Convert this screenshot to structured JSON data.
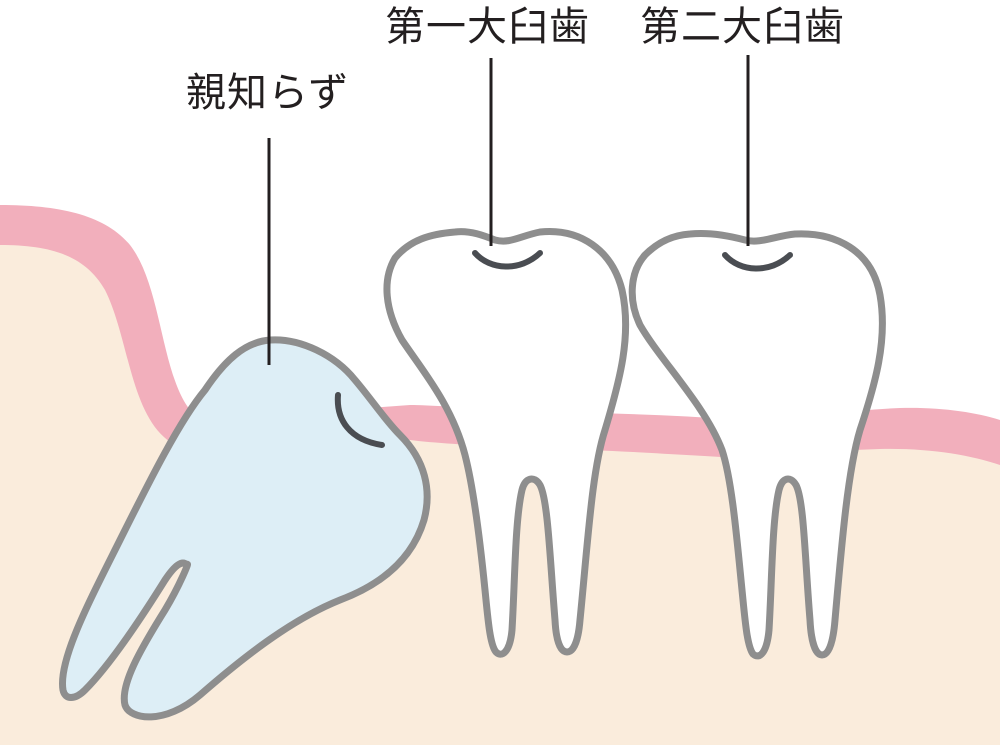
{
  "diagram": {
    "labels": {
      "wisdom_tooth": "親知らず",
      "first_molar": "第一大臼歯",
      "second_molar": "第二大臼歯"
    },
    "colors": {
      "background": "#ffffff",
      "gum": "#f2afbc",
      "bone": "#faecdc",
      "wisdom_tooth_fill": "#ddeef6",
      "molar_fill": "#ffffff",
      "tooth_outline": "#8e8e8e",
      "groove": "#4a4d52",
      "leader_line": "#231f20",
      "label_text": "#231f20"
    }
  }
}
